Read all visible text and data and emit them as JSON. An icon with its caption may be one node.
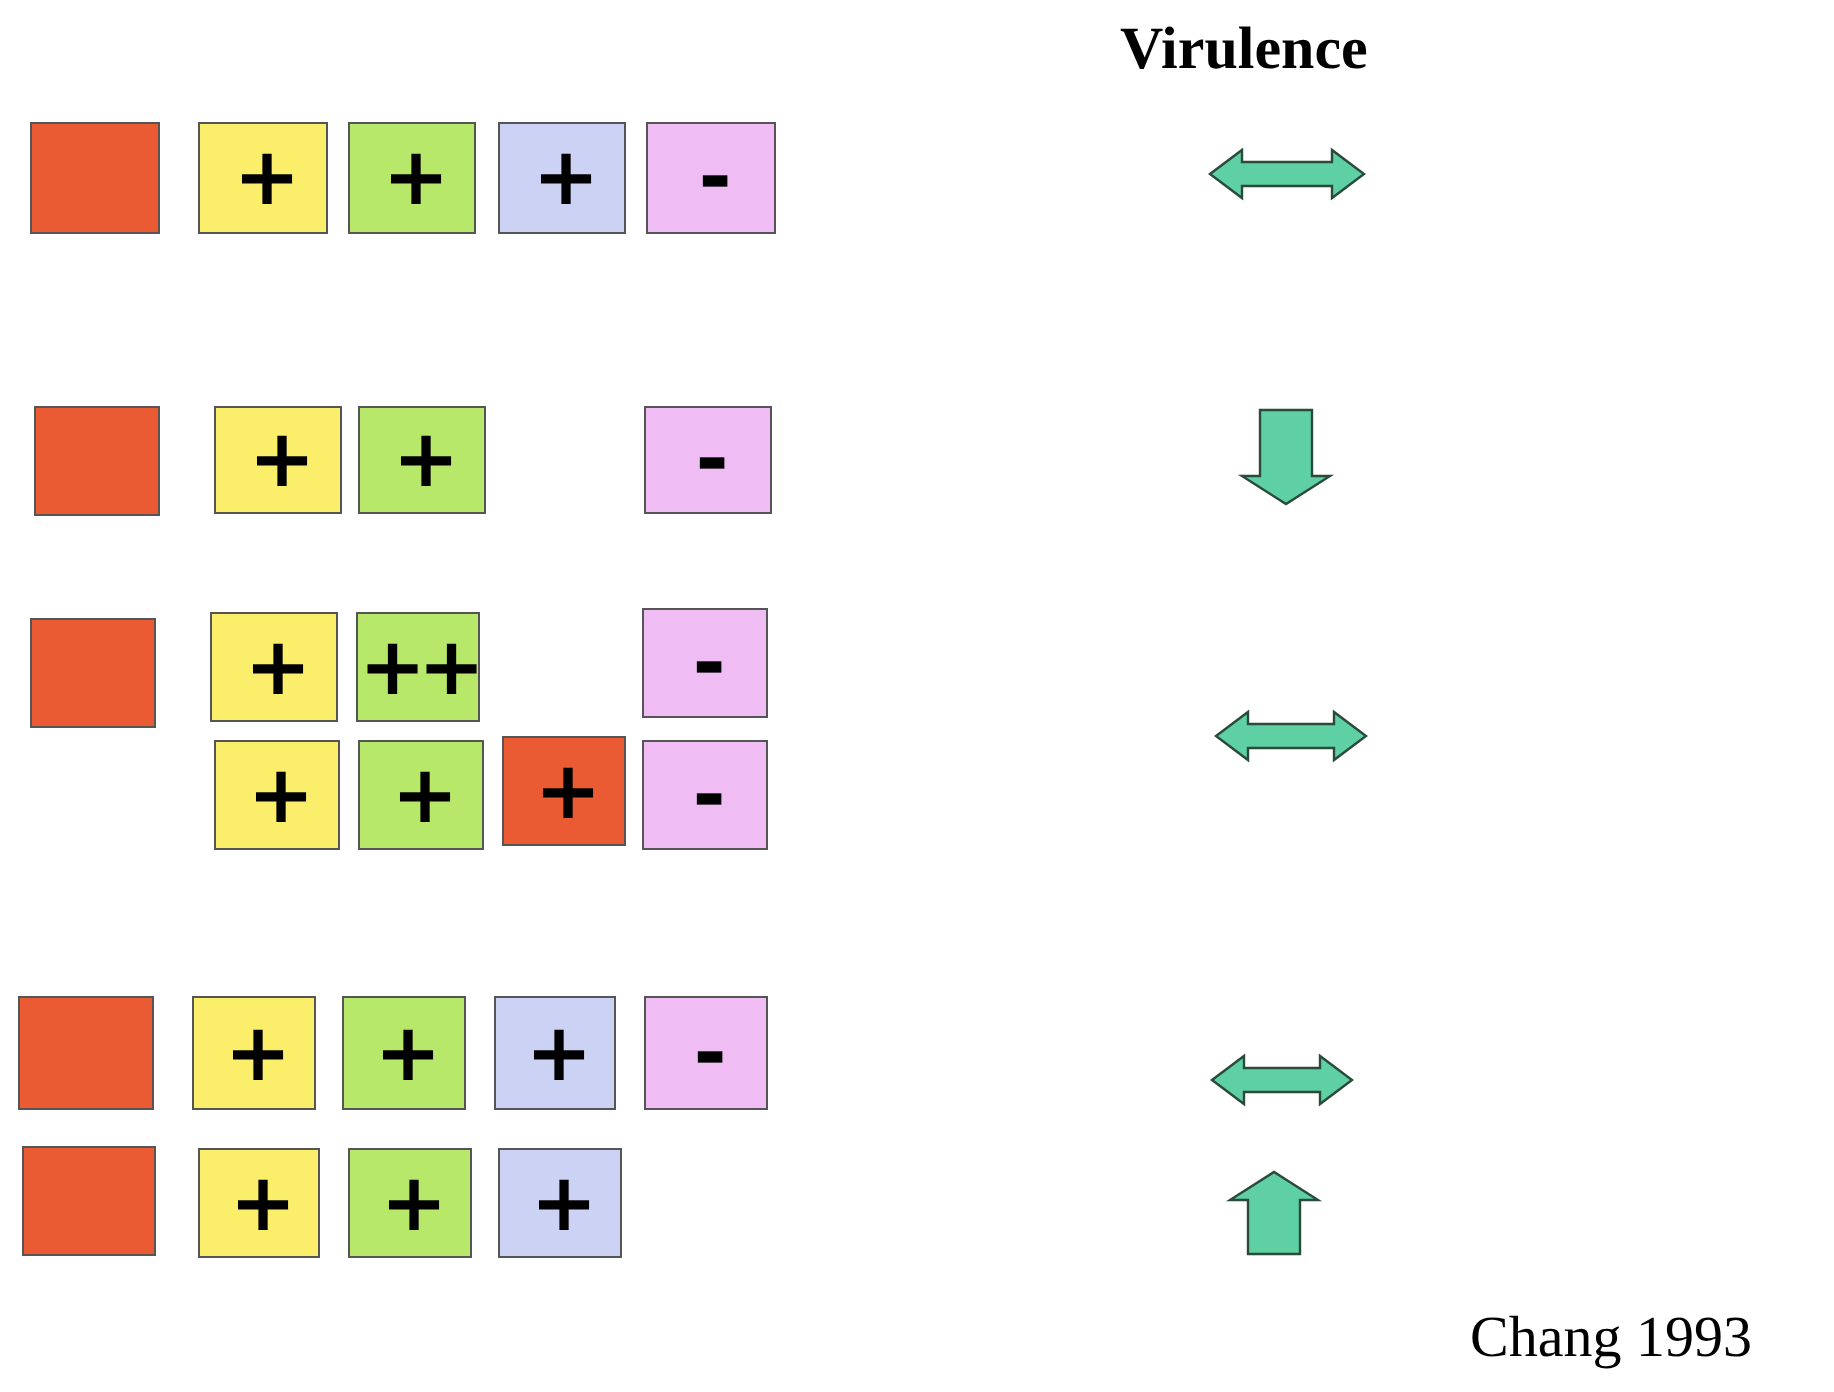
{
  "diagram": {
    "nodes": [
      {
        "text": [],
        "shape": "box"
      },
      {
        "text": [
          "+"
        ]
      },
      {
        "text": [
          "+"
        ]
      },
      {
        "text": [
          "+"
        ]
      },
      {
        "text": [
          "-"
        ]
      },
      {
        "text": [],
        "shape": "box"
      },
      {
        "text": [
          "+"
        ]
      },
      {
        "text": [
          "+"
        ]
      },
      {
        "text": [
          "-"
        ]
      },
      {
        "text": [],
        "shape": "box"
      },
      {
        "text": [
          "+"
        ]
      },
      {
        "text": [
          "++"
        ]
      },
      {
        "text": [
          "-"
        ]
      },
      {
        "text": [
          "+"
        ]
      },
      {
        "text": [
          "+"
        ]
      },
      {
        "text": [
          "+"
        ]
      },
      {
        "text": [
          "-"
        ]
      },
      {
        "text": [],
        "shape": "box"
      },
      {
        "text": [
          "+"
        ]
      },
      {
        "text": [
          "+"
        ]
      },
      {
        "text": [
          "+"
        ]
      },
      {
        "text": [
          "-"
        ]
      },
      {
        "text": [],
        "shape": "box"
      },
      {
        "text": [
          "+"
        ]
      },
      {
        "text": [
          "+"
        ]
      },
      {
        "text": [
          "+"
        ]
      }
    ],
    "labels": [
      "Virulence",
      "Chang 1993"
    ]
  }
}
